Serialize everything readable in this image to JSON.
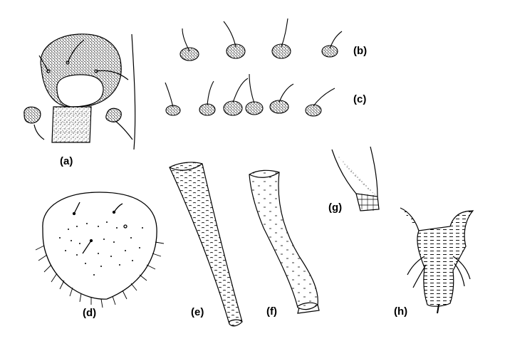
{
  "labels": {
    "a": "(a)",
    "b": "(b)",
    "c": "(c)",
    "d": "(d)",
    "e": "(e)",
    "f": "(f)",
    "g": "(g)",
    "h": "(h)"
  },
  "colors": {
    "ink": "#000000",
    "stipple": "#444444",
    "paper": "#ffffff"
  }
}
